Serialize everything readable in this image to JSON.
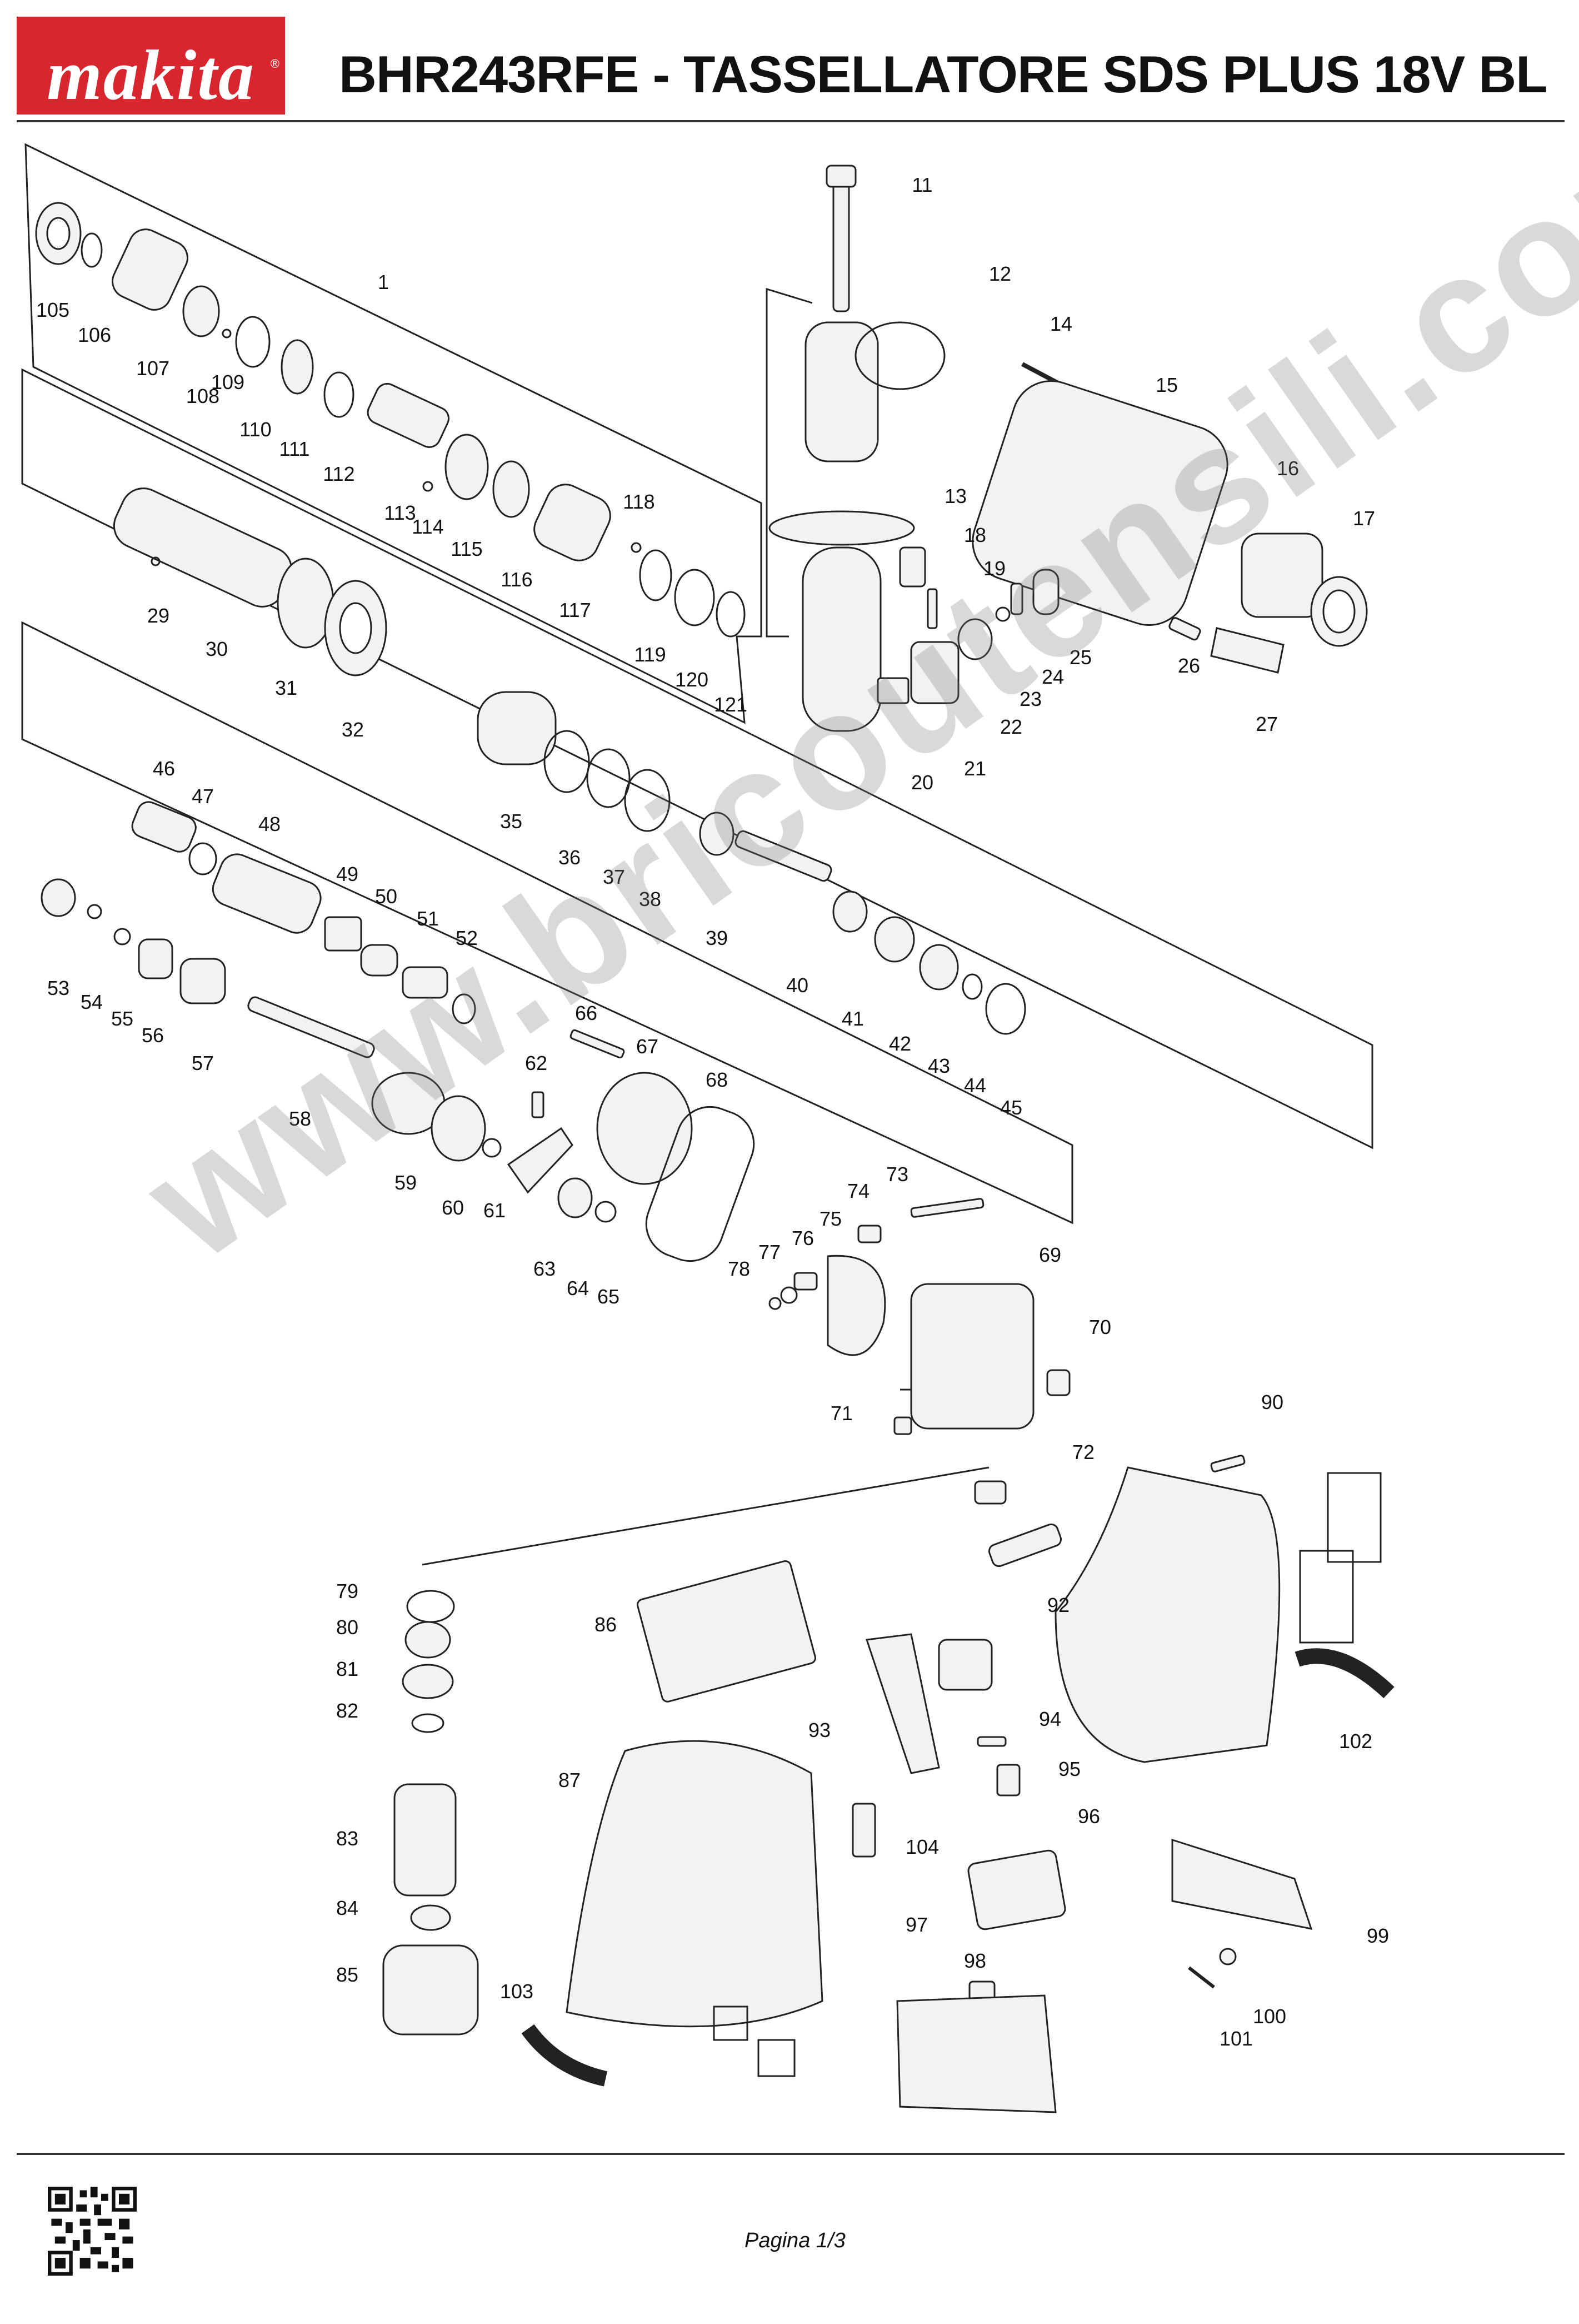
{
  "header": {
    "brand": "makita",
    "brand_mark": "®",
    "title": "BHR243RFE - TASSELLATORE SDS PLUS 18V BL"
  },
  "footer": {
    "page": "Pagina 1/3"
  },
  "watermark": "www.bricoutensili.com",
  "colors": {
    "brand_red": "#d8262e",
    "line": "#222222",
    "part_fill": "#f2f2f2"
  },
  "part_labels": [
    {
      "id": "1"
    },
    {
      "id": "11"
    },
    {
      "id": "12"
    },
    {
      "id": "13"
    },
    {
      "id": "14"
    },
    {
      "id": "15"
    },
    {
      "id": "16"
    },
    {
      "id": "17"
    },
    {
      "id": "18"
    },
    {
      "id": "19"
    },
    {
      "id": "20"
    },
    {
      "id": "21"
    },
    {
      "id": "22"
    },
    {
      "id": "23"
    },
    {
      "id": "24"
    },
    {
      "id": "25"
    },
    {
      "id": "26"
    },
    {
      "id": "27"
    },
    {
      "id": "29"
    },
    {
      "id": "30"
    },
    {
      "id": "31"
    },
    {
      "id": "32"
    },
    {
      "id": "35"
    },
    {
      "id": "36"
    },
    {
      "id": "37"
    },
    {
      "id": "38"
    },
    {
      "id": "39"
    },
    {
      "id": "40"
    },
    {
      "id": "41"
    },
    {
      "id": "42"
    },
    {
      "id": "43"
    },
    {
      "id": "44"
    },
    {
      "id": "45"
    },
    {
      "id": "46"
    },
    {
      "id": "47"
    },
    {
      "id": "48"
    },
    {
      "id": "49"
    },
    {
      "id": "50"
    },
    {
      "id": "51"
    },
    {
      "id": "52"
    },
    {
      "id": "53"
    },
    {
      "id": "54"
    },
    {
      "id": "55"
    },
    {
      "id": "56"
    },
    {
      "id": "57"
    },
    {
      "id": "58"
    },
    {
      "id": "59"
    },
    {
      "id": "60"
    },
    {
      "id": "61"
    },
    {
      "id": "62"
    },
    {
      "id": "63"
    },
    {
      "id": "64"
    },
    {
      "id": "65"
    },
    {
      "id": "66"
    },
    {
      "id": "67"
    },
    {
      "id": "68"
    },
    {
      "id": "69"
    },
    {
      "id": "70"
    },
    {
      "id": "71"
    },
    {
      "id": "72"
    },
    {
      "id": "73"
    },
    {
      "id": "74"
    },
    {
      "id": "75"
    },
    {
      "id": "76"
    },
    {
      "id": "77"
    },
    {
      "id": "78"
    },
    {
      "id": "79"
    },
    {
      "id": "80"
    },
    {
      "id": "81"
    },
    {
      "id": "82"
    },
    {
      "id": "83"
    },
    {
      "id": "84"
    },
    {
      "id": "85"
    },
    {
      "id": "86"
    },
    {
      "id": "87"
    },
    {
      "id": "90"
    },
    {
      "id": "92"
    },
    {
      "id": "93"
    },
    {
      "id": "94"
    },
    {
      "id": "95"
    },
    {
      "id": "96"
    },
    {
      "id": "97"
    },
    {
      "id": "98"
    },
    {
      "id": "99"
    },
    {
      "id": "100"
    },
    {
      "id": "101"
    },
    {
      "id": "102"
    },
    {
      "id": "103"
    },
    {
      "id": "104"
    },
    {
      "id": "105"
    },
    {
      "id": "106"
    },
    {
      "id": "107"
    },
    {
      "id": "108"
    },
    {
      "id": "109"
    },
    {
      "id": "110"
    },
    {
      "id": "111"
    },
    {
      "id": "112"
    },
    {
      "id": "113"
    },
    {
      "id": "114"
    },
    {
      "id": "115"
    },
    {
      "id": "116"
    },
    {
      "id": "117"
    },
    {
      "id": "118"
    },
    {
      "id": "119"
    },
    {
      "id": "120"
    },
    {
      "id": "121"
    }
  ]
}
